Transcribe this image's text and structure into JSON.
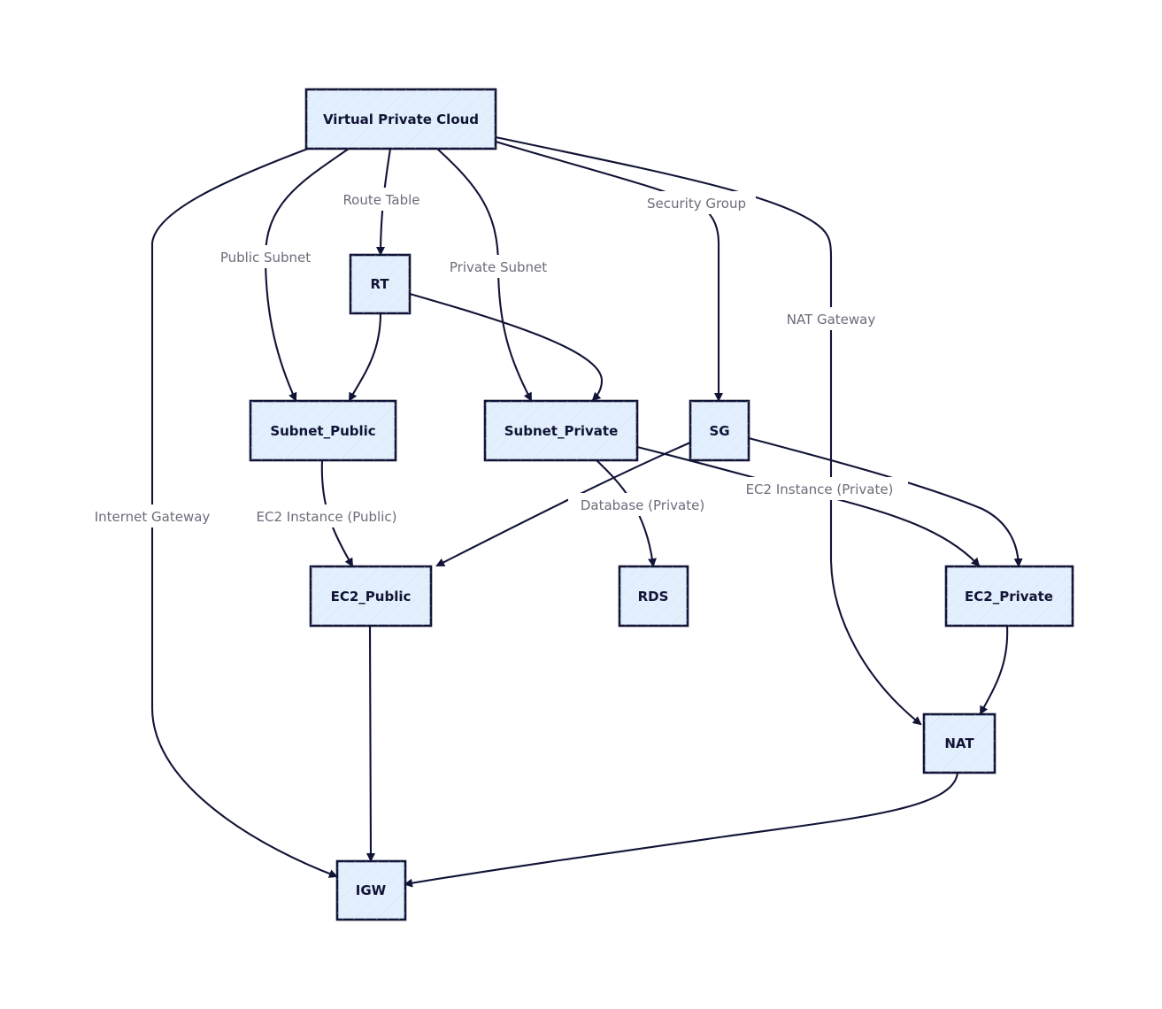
{
  "nodes": {
    "vpc": "Virtual Private Cloud",
    "rt": "RT",
    "subnet_public": "Subnet_Public",
    "subnet_private": "Subnet_Private",
    "sg": "SG",
    "ec2_public": "EC2_Public",
    "rds": "RDS",
    "ec2_private": "EC2_Private",
    "nat": "NAT",
    "igw": "IGW"
  },
  "edge_labels": {
    "vpc_rt": "Route Table",
    "vpc_subnet_public": "Public Subnet",
    "vpc_subnet_private": "Private Subnet",
    "vpc_sg": "Security Group",
    "vpc_nat": "NAT Gateway",
    "vpc_igw": "Internet Gateway",
    "subnet_public_ec2": "EC2 Instance (Public)",
    "subnet_private_rds": "Database (Private)",
    "subnet_private_ec2": "EC2 Instance (Private)"
  },
  "edges": [
    {
      "from": "vpc",
      "to": "rt",
      "label": "Route Table"
    },
    {
      "from": "vpc",
      "to": "subnet_public",
      "label": "Public Subnet"
    },
    {
      "from": "vpc",
      "to": "subnet_private",
      "label": "Private Subnet"
    },
    {
      "from": "vpc",
      "to": "sg",
      "label": "Security Group"
    },
    {
      "from": "vpc",
      "to": "nat",
      "label": "NAT Gateway"
    },
    {
      "from": "vpc",
      "to": "igw",
      "label": "Internet Gateway"
    },
    {
      "from": "rt",
      "to": "subnet_public",
      "label": ""
    },
    {
      "from": "rt",
      "to": "subnet_private",
      "label": ""
    },
    {
      "from": "subnet_public",
      "to": "ec2_public",
      "label": "EC2 Instance (Public)"
    },
    {
      "from": "subnet_private",
      "to": "rds",
      "label": "Database (Private)"
    },
    {
      "from": "subnet_private",
      "to": "ec2_private",
      "label": "EC2 Instance (Private)"
    },
    {
      "from": "sg",
      "to": "ec2_public",
      "label": ""
    },
    {
      "from": "sg",
      "to": "ec2_private",
      "label": ""
    },
    {
      "from": "ec2_public",
      "to": "igw",
      "label": ""
    },
    {
      "from": "ec2_private",
      "to": "nat",
      "label": ""
    },
    {
      "from": "nat",
      "to": "igw",
      "label": ""
    }
  ],
  "colors": {
    "node_fill": "#e3effc",
    "node_stroke": "#111436",
    "edge_stroke": "#111436",
    "edge_label": "#6c6c7c"
  }
}
